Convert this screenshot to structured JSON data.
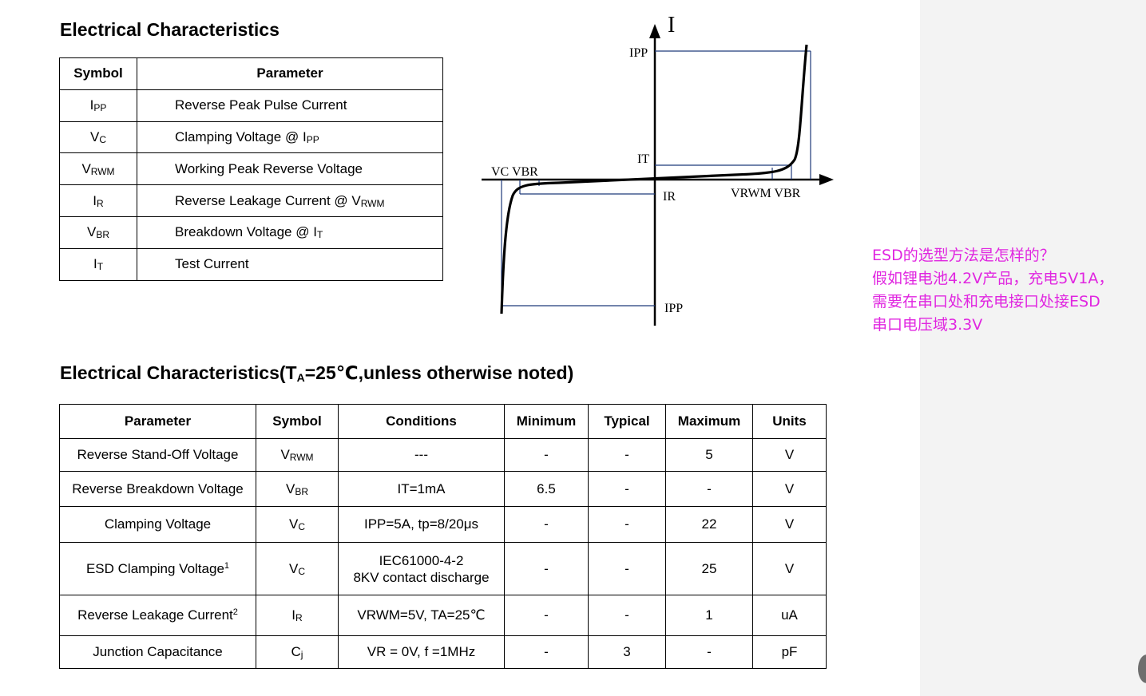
{
  "title1": "Electrical Characteristics",
  "table1": {
    "headers": [
      "Symbol",
      "Parameter"
    ],
    "rows": [
      {
        "sym_main": "I",
        "sym_sub": "PP",
        "param": "Reverse Peak Pulse Current",
        "param_sym_main": "",
        "param_sym_sub": ""
      },
      {
        "sym_main": "V",
        "sym_sub": "C",
        "param": "Clamping Voltage @ ",
        "param_sym_main": "I",
        "param_sym_sub": "PP"
      },
      {
        "sym_main": "V",
        "sym_sub": "RWM",
        "param": "Working Peak Reverse Voltage",
        "param_sym_main": "",
        "param_sym_sub": ""
      },
      {
        "sym_main": "I",
        "sym_sub": "R",
        "param": "Reverse Leakage Current @ ",
        "param_sym_main": "V",
        "param_sym_sub": "RWM"
      },
      {
        "sym_main": "V",
        "sym_sub": "BR",
        "param": "Breakdown Voltage @ ",
        "param_sym_main": "I",
        "param_sym_sub": "T"
      },
      {
        "sym_main": "I",
        "sym_sub": "T",
        "param": "Test Current",
        "param_sym_main": "",
        "param_sym_sub": ""
      }
    ]
  },
  "diagram": {
    "axis_i": "I",
    "ipp_top": "IPP",
    "it": "IT",
    "vc_vbr": "VC VBR",
    "ir": "IR",
    "vrwm_vbr": "VRWM VBR",
    "ipp_bottom": "IPP"
  },
  "title2": {
    "pre": "Electrical Characteristics(T",
    "sub": "A",
    "post": "=25℃,unless otherwise noted)"
  },
  "table2": {
    "headers": [
      "Parameter",
      "Symbol",
      "Conditions",
      "Minimum",
      "Typical",
      "Maximum",
      "Units"
    ],
    "rows": [
      {
        "param": "Reverse Stand-Off Voltage",
        "param_sup": "",
        "sym_main": "V",
        "sym_sub": "RWM",
        "cond": "---",
        "min": "-",
        "typ": "-",
        "max": "5",
        "unit": "V"
      },
      {
        "param": "Reverse Breakdown Voltage",
        "param_sup": "",
        "sym_main": "V",
        "sym_sub": "BR",
        "cond": "IT=1mA",
        "min": "6.5",
        "typ": "-",
        "max": "-",
        "unit": "V"
      },
      {
        "param": "Clamping Voltage",
        "param_sup": "",
        "sym_main": "V",
        "sym_sub": "C",
        "cond": "IPP=5A, tp=8/20μs",
        "min": "-",
        "typ": "-",
        "max": "22",
        "unit": "V"
      },
      {
        "param": "ESD Clamping Voltage",
        "param_sup": "1",
        "sym_main": "V",
        "sym_sub": "C",
        "cond": "IEC61000-4-2",
        "cond2": "8KV contact discharge",
        "min": "-",
        "typ": "-",
        "max": "25",
        "unit": "V"
      },
      {
        "param": "Reverse Leakage Current",
        "param_sup": "2",
        "sym_main": "I",
        "sym_sub": "R",
        "cond": "VRWM=5V, TA=25℃",
        "min": "-",
        "typ": "-",
        "max": "1",
        "unit": "uA"
      },
      {
        "param": "Junction Capacitance",
        "param_sup": "",
        "sym_main": "C",
        "sym_sub": "j",
        "cond": "VR = 0V, f =1MHz",
        "min": "-",
        "typ": "3",
        "max": "-",
        "unit": "pF"
      }
    ]
  },
  "note": {
    "line1": "ESD的选型方法是怎样的？",
    "line2": " 假如锂电池4.2V产品，充电5V1A，",
    "line3": "需要在串口处和充电接口处接ESD",
    "line4": "串口电压域3.3V"
  }
}
